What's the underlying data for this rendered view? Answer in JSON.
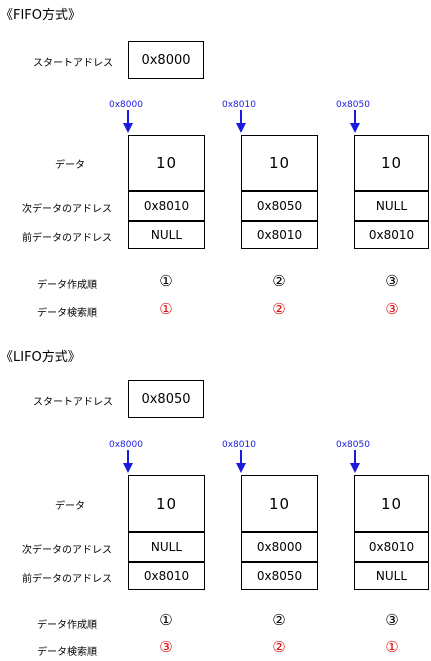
{
  "fifo": {
    "title": "《FIFO方式》",
    "start_label": "スタートアドレス",
    "start_value": "0x8000",
    "row_labels": {
      "data": "データ",
      "next": "次データのアドレス",
      "prev": "前データのアドレス",
      "created": "データ作成順",
      "search": "データ検索順"
    },
    "nodes": [
      {
        "addr": "0x8000",
        "data": "10",
        "next": "0x8010",
        "prev": "NULL",
        "created": "①",
        "search": "①"
      },
      {
        "addr": "0x8010",
        "data": "10",
        "next": "0x8050",
        "prev": "0x8010",
        "created": "②",
        "search": "②"
      },
      {
        "addr": "0x8050",
        "data": "10",
        "next": "NULL",
        "prev": "0x8010",
        "created": "③",
        "search": "③"
      }
    ]
  },
  "lifo": {
    "title": "《LIFO方式》",
    "start_label": "スタートアドレス",
    "start_value": "0x8050",
    "row_labels": {
      "data": "データ",
      "next": "次データのアドレス",
      "prev": "前データのアドレス",
      "created": "データ作成順",
      "search": "データ検索順"
    },
    "nodes": [
      {
        "addr": "0x8000",
        "data": "10",
        "next": "NULL",
        "prev": "0x8010",
        "created": "①",
        "search": "③"
      },
      {
        "addr": "0x8010",
        "data": "10",
        "next": "0x8000",
        "prev": "0x8050",
        "created": "②",
        "search": "②"
      },
      {
        "addr": "0x8050",
        "data": "10",
        "next": "0x8010",
        "prev": "NULL",
        "created": "③",
        "search": "①"
      }
    ]
  },
  "colors": {
    "address": "#1b1be0",
    "search_order": "#e01010",
    "border": "#000000"
  }
}
